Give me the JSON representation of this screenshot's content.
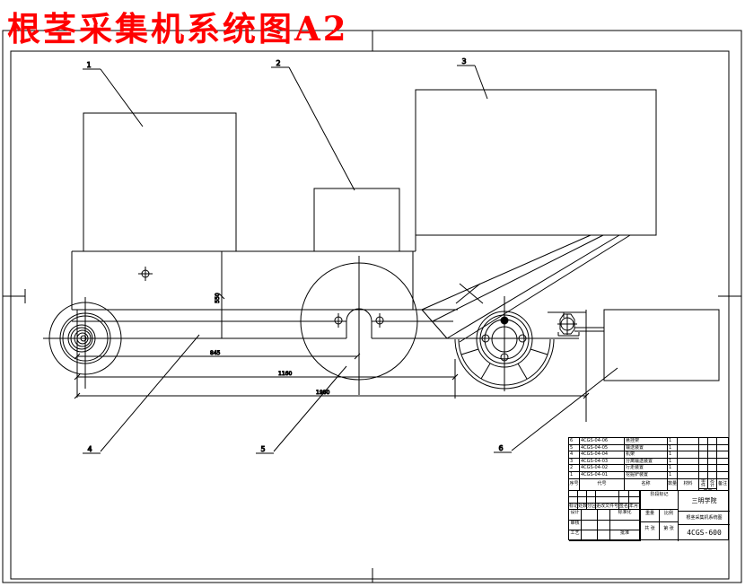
{
  "title": {
    "text": "根茎采集机系统图A2",
    "color": "#ff0000"
  },
  "drawing": {
    "leaders": [
      "1",
      "2",
      "3",
      "4",
      "5",
      "6"
    ],
    "dimensions": {
      "vertical": "550",
      "d1": "845",
      "d2": "1160",
      "d3": "1980"
    }
  },
  "bom": {
    "headers": {
      "no": "序号",
      "code": "代号",
      "name": "名称",
      "qty": "数量",
      "material": "材料",
      "weight": "重量",
      "unit": "单件",
      "total": "总计",
      "remark": "备注"
    },
    "rows": [
      {
        "no": "6",
        "code": "4CGS-04-06",
        "name": "悬挂架",
        "qty": "1"
      },
      {
        "no": "5",
        "code": "4CGS-04-05",
        "name": "输送装置",
        "qty": "1"
      },
      {
        "no": "4",
        "code": "4CGS-04-04",
        "name": "机架",
        "qty": "1"
      },
      {
        "no": "3",
        "code": "4CGS-04-03",
        "name": "分离输送装置",
        "qty": "1"
      },
      {
        "no": "2",
        "code": "4CGS-04-02",
        "name": "行走装置",
        "qty": "1"
      },
      {
        "no": "1",
        "code": "4CGS-04-01",
        "name": "挖掘铲装置",
        "qty": "1"
      }
    ]
  },
  "titleblock": {
    "org": "三明学院",
    "drawing_name": "根茎采集机系统图",
    "drawing_no": "4CGS-600",
    "labels": {
      "mark": "标记",
      "count": "处数",
      "zone": "分区",
      "doc": "更改文件号",
      "sign": "签名",
      "date": "年月日",
      "design": "设计",
      "standard": "标准化",
      "check": "审核",
      "process": "工艺",
      "approve": "批准",
      "stage": "阶段标记",
      "weight": "重量",
      "scale": "比例",
      "sheets": "共 张",
      "sheet": "第 张"
    }
  }
}
